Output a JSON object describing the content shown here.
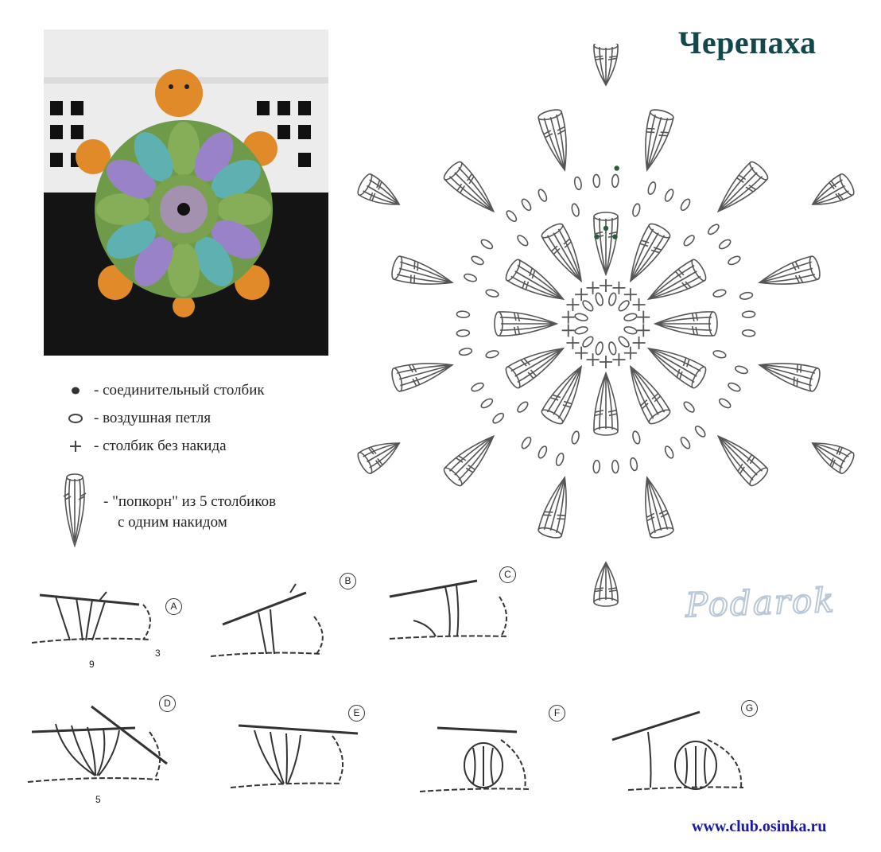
{
  "title": "Черепаха",
  "legend": [
    {
      "icon": "slip-stitch-dot-icon",
      "text": "- соединительный столбик"
    },
    {
      "icon": "chain-loop-icon",
      "text": "- воздушная петля"
    },
    {
      "icon": "single-crochet-plus-icon",
      "text": "- столбик без накида"
    }
  ],
  "legend_popcorn": {
    "icon": "popcorn-stitch-icon",
    "line1": "- \"попкорн\" из 5 столбиков",
    "line2": "с одним накидом"
  },
  "steps": [
    {
      "label": "A",
      "numbers": [
        "9",
        "3"
      ]
    },
    {
      "label": "B",
      "numbers": []
    },
    {
      "label": "C",
      "numbers": []
    },
    {
      "label": "D",
      "numbers": [
        "5"
      ]
    },
    {
      "label": "E",
      "numbers": []
    },
    {
      "label": "F",
      "numbers": []
    },
    {
      "label": "G",
      "numbers": []
    }
  ],
  "watermark": "Podarok",
  "url": "www.club.osinka.ru",
  "colors": {
    "title": "#13474a",
    "url": "#1a1aa6",
    "photo_bg": "#1a1a1a"
  }
}
